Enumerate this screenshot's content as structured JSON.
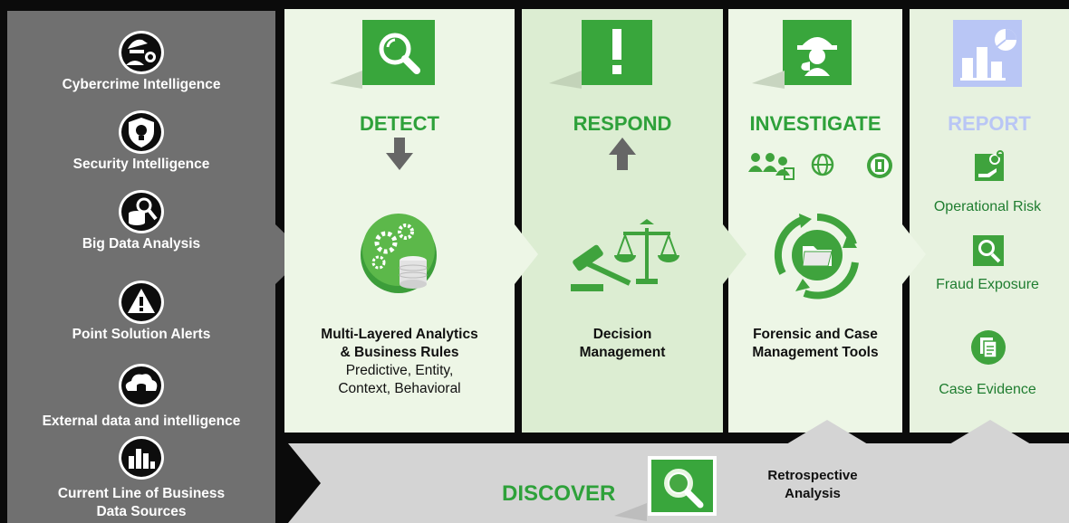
{
  "sources": {
    "items": [
      {
        "label": "Cybercrime Intelligence",
        "icon": "hacker-bug-icon"
      },
      {
        "label": "Security Intelligence",
        "icon": "shield-bulb-icon"
      },
      {
        "label": "Big Data Analysis",
        "icon": "database-magnifier-icon"
      },
      {
        "label": "Point Solution Alerts",
        "icon": "warning-icon"
      },
      {
        "label": "External data and intelligence",
        "icon": "cloud-database-icon"
      },
      {
        "label": "Current Line of Business",
        "label2": "Data Sources",
        "icon": "bar-chart-icon"
      }
    ]
  },
  "stages": {
    "detect": {
      "title": "DETECT",
      "body_bold_1": "Multi-Layered Analytics",
      "body_bold_2": "& Business Rules",
      "body_1": "Predictive, Entity,",
      "body_2": "Context, Behavioral"
    },
    "respond": {
      "title": "RESPOND",
      "body_bold_1": "Decision",
      "body_bold_2": "Management"
    },
    "investigate": {
      "title": "INVESTIGATE",
      "body_bold_1": "Forensic and Case",
      "body_bold_2": "Management Tools"
    },
    "report": {
      "title": "REPORT",
      "items": [
        {
          "label": "Operational Risk",
          "icon": "risk-hand-icon"
        },
        {
          "label": "Fraud Exposure",
          "icon": "fraud-magnifier-icon"
        },
        {
          "label": "Case Evidence",
          "icon": "documents-icon"
        }
      ]
    }
  },
  "discover": {
    "title": "DISCOVER",
    "text_1": "Retrospective",
    "text_2": "Analysis"
  },
  "colors": {
    "accent_green": "#2ea13a",
    "panel_light": "#edf6e6",
    "panel_mid": "#dcedd2",
    "report_title": "#b9c6f5",
    "sources_gray": "#707070"
  }
}
